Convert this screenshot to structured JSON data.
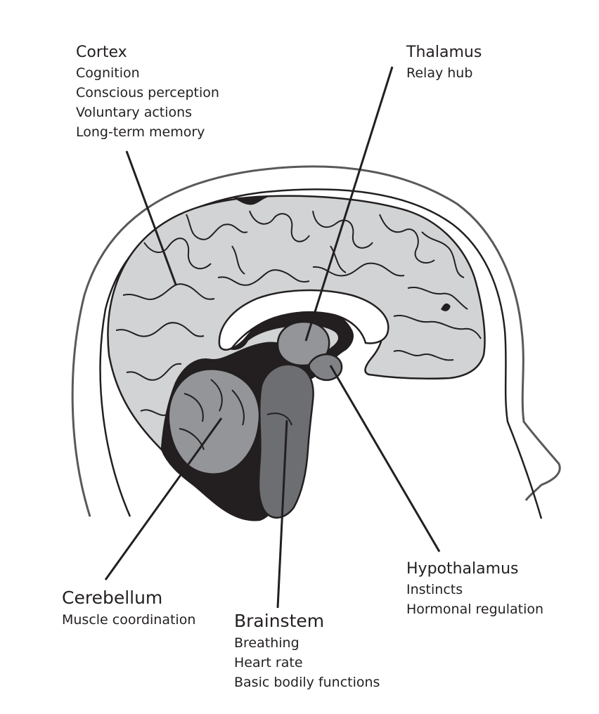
{
  "colors": {
    "outline": "#231f20",
    "cortex_fill": "#d1d3d4",
    "dark_fill": "#231f20",
    "cerebellum_fill": "#939598",
    "brainstem_fill": "#6d6e71",
    "thalamus_fill": "#939598",
    "hypothalamus_fill": "#808285",
    "background": "#ffffff"
  },
  "labels": {
    "cortex": {
      "title": "Cortex",
      "items": [
        "Cognition",
        "Conscious perception",
        "Voluntary actions",
        "Long-term memory"
      ]
    },
    "thalamus": {
      "title": "Thalamus",
      "items": [
        "Relay hub"
      ]
    },
    "hypothalamus": {
      "title": "Hypothalamus",
      "items": [
        "Instincts",
        "Hormonal regulation"
      ]
    },
    "cerebellum": {
      "title": "Cerebellum",
      "items": [
        "Muscle coordination"
      ]
    },
    "brainstem": {
      "title": "Brainstem",
      "items": [
        "Breathing",
        "Heart rate",
        "Basic bodily functions"
      ]
    }
  }
}
